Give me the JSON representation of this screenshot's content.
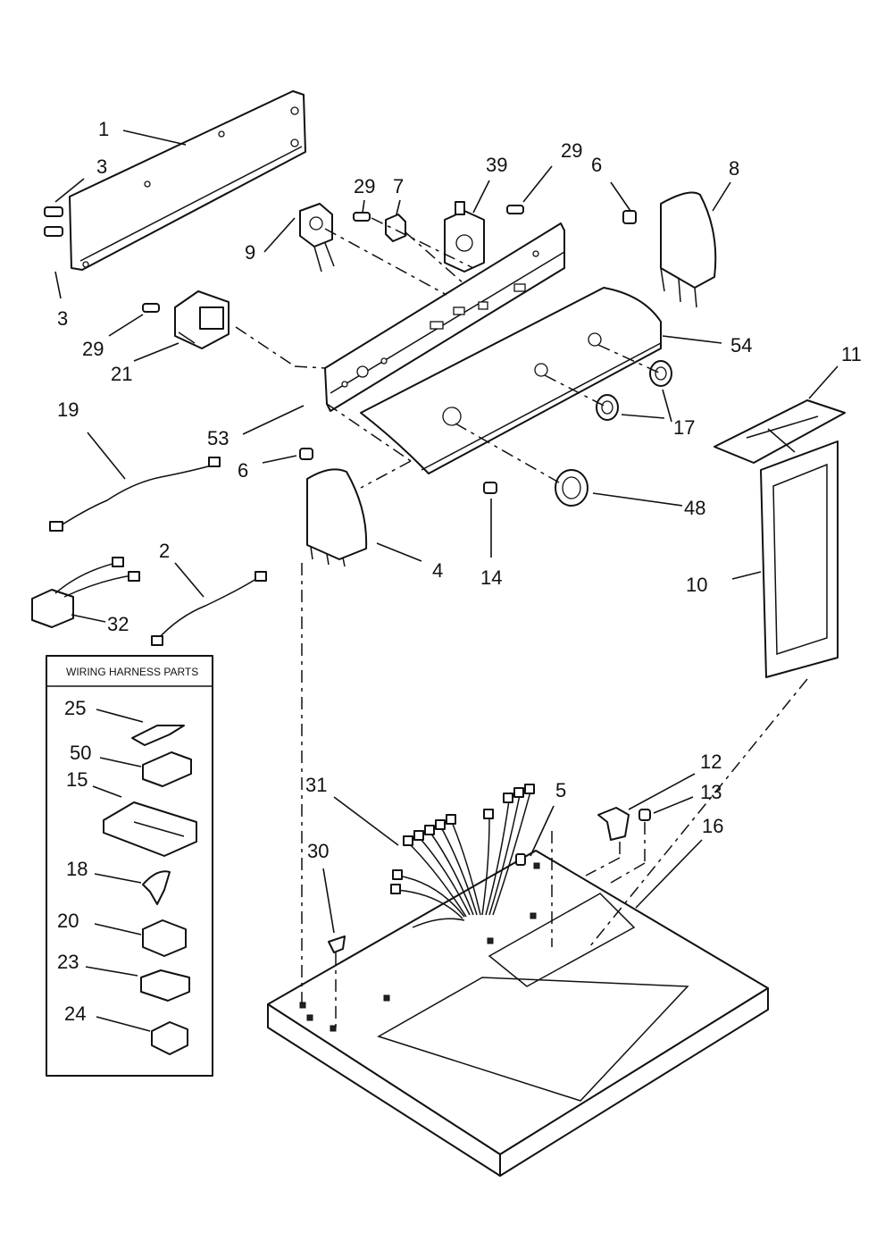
{
  "callouts": {
    "c1": "1",
    "c3a": "3",
    "c3b": "3",
    "c29a": "29",
    "c29b": "29",
    "c29c": "29",
    "c7": "7",
    "c39": "39",
    "c6a": "6",
    "c6b": "6",
    "c8": "8",
    "c9": "9",
    "c21": "21",
    "c54": "54",
    "c11": "11",
    "c17": "17",
    "c53": "53",
    "c19": "19",
    "c48": "48",
    "c14": "14",
    "c4": "4",
    "c2": "2",
    "c10": "10",
    "c32": "32",
    "c25": "25",
    "c50": "50",
    "c15": "15",
    "c18": "18",
    "c20": "20",
    "c23": "23",
    "c24": "24",
    "c31": "31",
    "c30": "30",
    "c5": "5",
    "c12": "12",
    "c13": "13",
    "c16": "16"
  },
  "legend": {
    "title": "WIRING HARNESS PARTS"
  }
}
